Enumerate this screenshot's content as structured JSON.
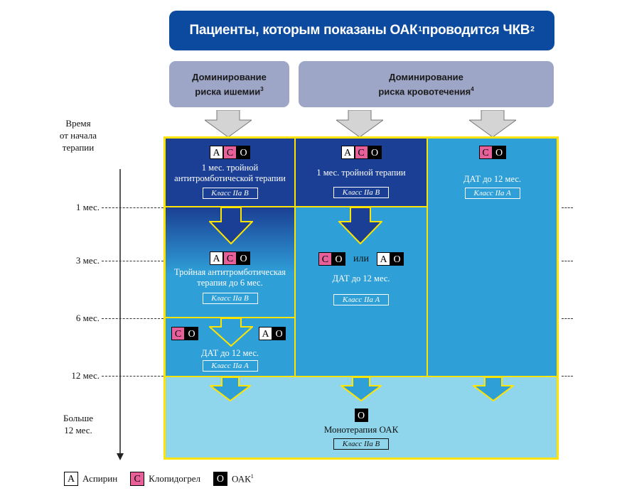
{
  "title": {
    "text": "Пациенты, которым показаны ОАК",
    "sup1": "1",
    "text2": " проводится ЧКВ",
    "sup2": "2"
  },
  "headers": {
    "ischemia": {
      "line1": "Доминирование",
      "line2": "риска ишемии",
      "sup": "3"
    },
    "bleeding": {
      "line1": "Доминирование",
      "line2": "риска кровотечения",
      "sup": "4"
    }
  },
  "timeline": {
    "label1": "Время",
    "label2": "от начала",
    "label3": "терапии",
    "m1": "1 мес.",
    "m3": "3 мес.",
    "m6": "6 мес.",
    "m12": "12 мес.",
    "more1": "Больше",
    "more2": "12 мес."
  },
  "boxes": {
    "A": "A",
    "C": "C",
    "O": "O"
  },
  "col1": {
    "t1_line1": "1 мес. тройной",
    "t1_line2": "антитромботической терапии",
    "t1_class": "Класс IIa B",
    "t2_line1": "Тройная антитромботическая",
    "t2_line2": "терапия до 6 мес.",
    "t2_class": "Класс IIa B",
    "t3_text": "ДАТ до 12 мес.",
    "t3_class": "Класс IIa A"
  },
  "col2": {
    "t1_text": "1 мес. тройной терапии",
    "t1_class": "Класс IIa B",
    "or": "или",
    "t2_text": "ДАТ до 12 мес.",
    "t2_class": "Класс IIa A"
  },
  "col3": {
    "text": "ДАТ до 12 мес.",
    "class": "Класс IIa A"
  },
  "bottom": {
    "text": "Монотерапия ОАК",
    "class": "Класс IIa B"
  },
  "legend": {
    "aspirin": "Аспирин",
    "clopidogrel": "Клопидогрел",
    "oak": "ОАК",
    "oak_sup": "1"
  },
  "colors": {
    "title_bg": "#0b4a9e",
    "dark": "#1b3f94",
    "mid": "#2f9fd8",
    "light": "#8fd6ec",
    "frame": "#ffe400",
    "clopidogrel": "#e8609a"
  }
}
